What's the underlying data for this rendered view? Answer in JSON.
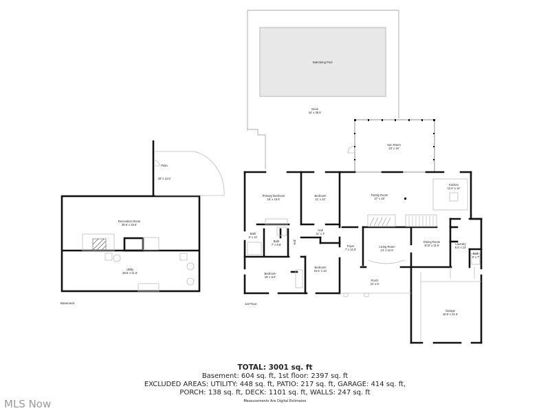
{
  "floors": {
    "basement": {
      "label": "Basement",
      "rooms": [
        {
          "name": "Patio",
          "dims": "20' x 12.5'"
        },
        {
          "name": "Recreation Room",
          "dims": "39.5' x 15.5'"
        },
        {
          "name": "Utility",
          "dims": "39.5' x 11.5'"
        }
      ]
    },
    "first": {
      "label": "1st Floor",
      "rooms": [
        {
          "name": "Swimming Pool",
          "dims": ""
        },
        {
          "name": "Deck",
          "dims": "44' x 48.5'"
        },
        {
          "name": "Sun Room",
          "dims": "23' x 19'"
        },
        {
          "name": "Primary Bedroom",
          "dims": "16' x 15.5'"
        },
        {
          "name": "Bedroom",
          "dims": "11' x 14'"
        },
        {
          "name": "Family Room",
          "dims": "27' x 16'"
        },
        {
          "name": "Kitchen",
          "dims": "12.5' x 14'"
        },
        {
          "name": "Bath",
          "dims": "5' x 11'"
        },
        {
          "name": "Bath",
          "dims": "7' x 6.5'"
        },
        {
          "name": "Hall",
          "dims": "4.5' x 6.5'"
        },
        {
          "name": "Hall",
          "dims": "11' x 3'"
        },
        {
          "name": "Foyer",
          "dims": "7' x 11.5'"
        },
        {
          "name": "Living Room",
          "dims": "14' x 12.5'"
        },
        {
          "name": "Dining Room",
          "dims": "10.5' x 11.5'"
        },
        {
          "name": "Laundry",
          "dims": "5.5' x 14'"
        },
        {
          "name": "Bath",
          "dims": "3' x 7'"
        },
        {
          "name": "Bedroom",
          "dims": "16' x 9.5'"
        },
        {
          "name": "Bedroom",
          "dims": "10.5' x 13'"
        },
        {
          "name": "Porch",
          "dims": "21' x 6'"
        },
        {
          "name": "Garage",
          "dims": "19.5' x 21.5'"
        }
      ]
    }
  },
  "summary": {
    "total": "TOTAL: 3001 sq. ft",
    "line1": "Basement: 604 sq. ft, 1st floor: 2397 sq. ft",
    "line2": "EXCLUDED AREAS: UTILITY: 448 sq. ft, PATIO: 217 sq. ft, GARAGE: 414 sq. ft,",
    "line3": "PORCH: 138 sq. ft, DECK: 1101 sq. ft, WALLS: 247 sq. ft",
    "note": "Measurements Are Digital Estimates"
  },
  "watermark": "MLS Now",
  "colors": {
    "wall": "#111111",
    "pool": "#e8e8e8",
    "thin": "#bbbbbb"
  }
}
